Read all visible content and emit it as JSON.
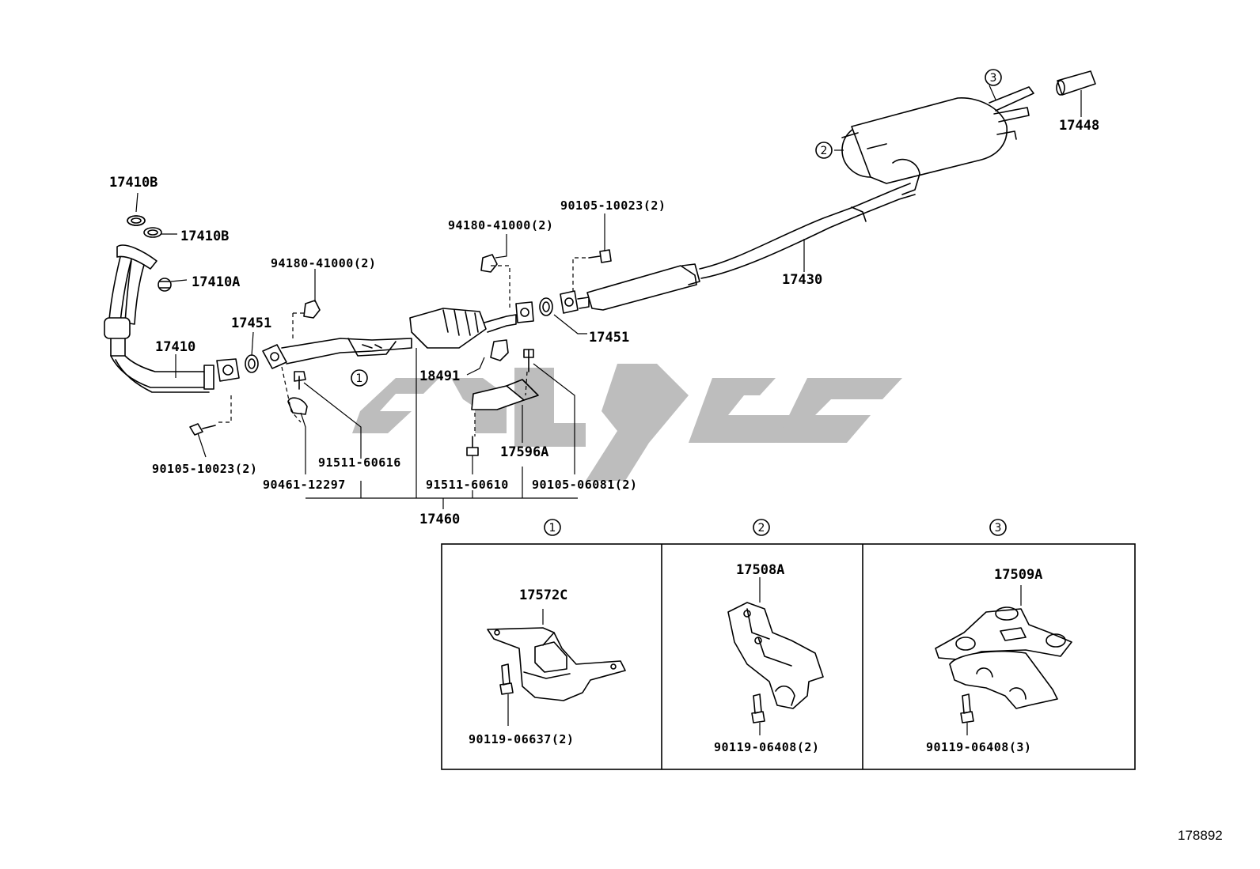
{
  "parts": {
    "p17410b_top": "17410B",
    "p17410b_right": "17410B",
    "p17410a": "17410A",
    "p17410": "17410",
    "p17451_left": "17451",
    "p17451_right": "17451",
    "p94180_left": "94180-41000(2)",
    "p94180_mid": "94180-41000(2)",
    "p90105_top": "90105-10023(2)",
    "p90105_bottom": "90105-10023(2)",
    "p18491": "18491",
    "p17596a": "17596A",
    "p91511_60616": "91511-60616",
    "p90461": "90461-12297",
    "p91511_60610": "91511-60610",
    "p90105_06081": "90105-06081(2)",
    "p17460": "17460",
    "p17430": "17430",
    "p17448": "17448"
  },
  "callouts": {
    "c1_main": "1",
    "c2_main": "2",
    "c3_main": "3"
  },
  "detail_panels": {
    "panel1": {
      "index": "1",
      "part": "17572C",
      "bolt": "90119-06637(2)"
    },
    "panel2": {
      "index": "2",
      "part": "17508A",
      "bolt": "90119-06408(2)"
    },
    "panel3": {
      "index": "3",
      "part": "17509A",
      "bolt": "90119-06408(3)"
    }
  },
  "diagram_id": "178892"
}
